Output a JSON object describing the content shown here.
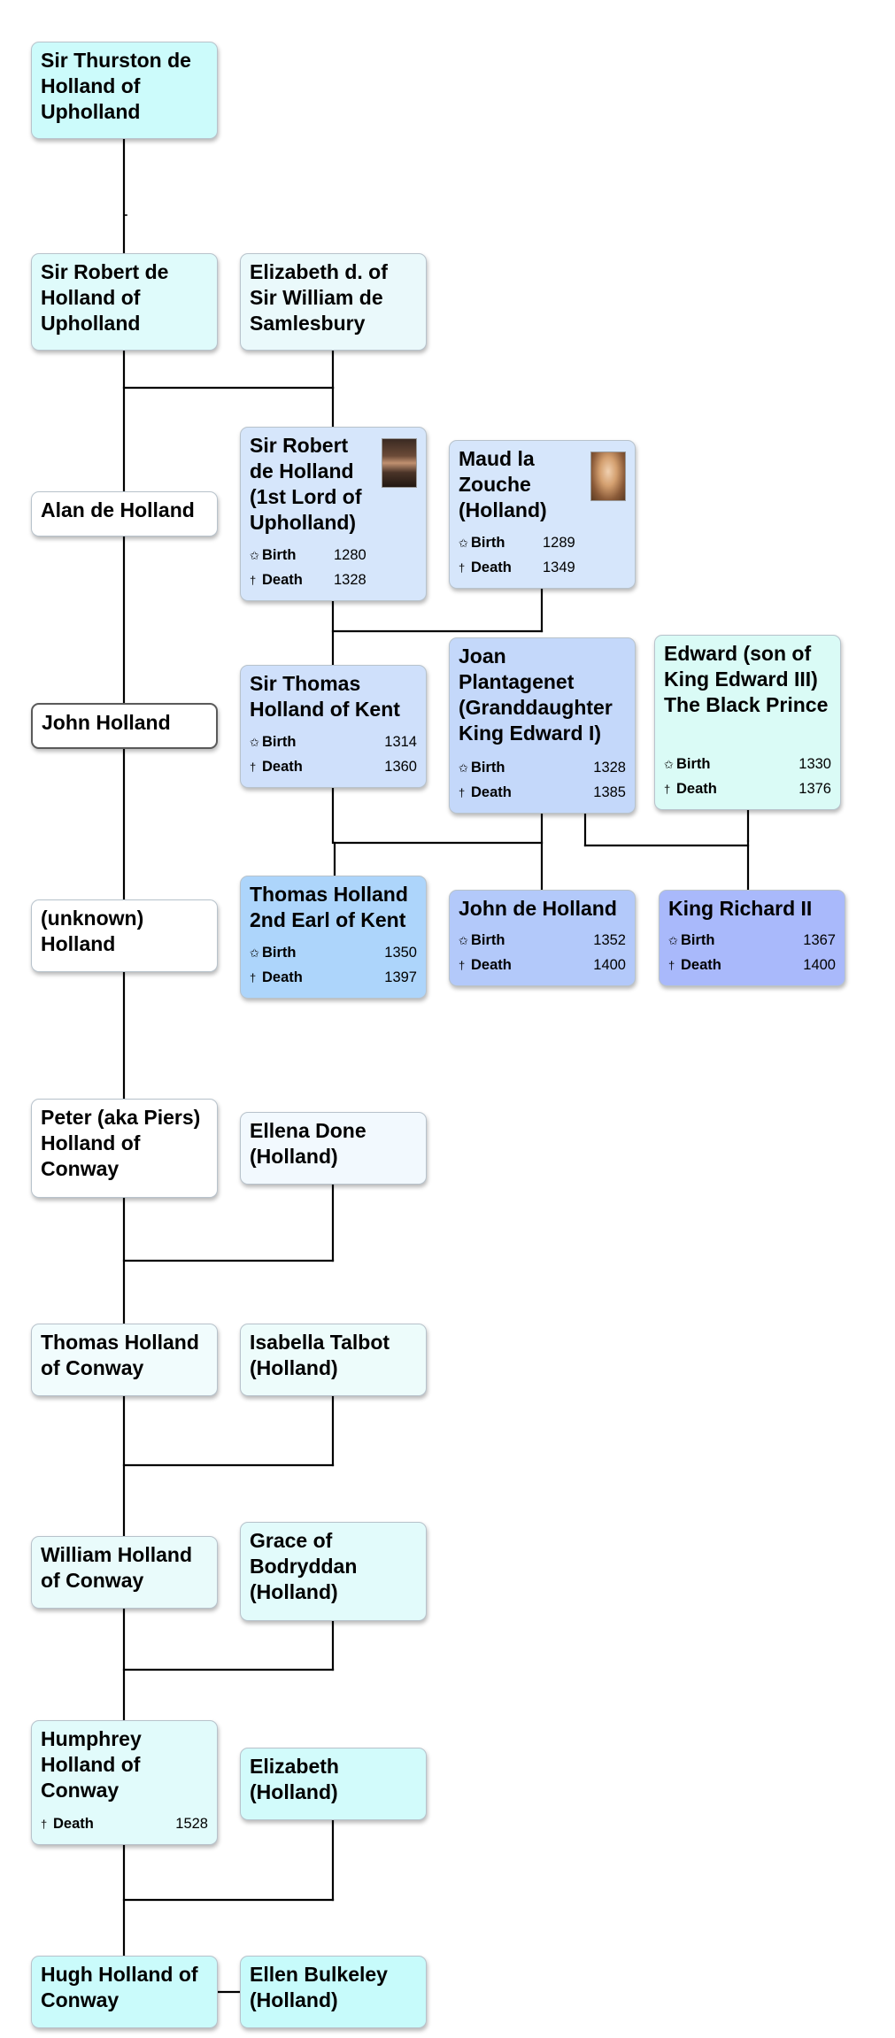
{
  "people": {
    "thurston": {
      "name": "Sir Thurston de Holland of Upholland",
      "bg": "#ccfbfb"
    },
    "robert_upholland": {
      "name": "Sir Robert de Holland of Upholland",
      "bg": "#dffbfb"
    },
    "elizabeth_samlesbury": {
      "name": "Elizabeth d. of Sir William de Samlesbury",
      "bg": "#eaf9fb"
    },
    "alan": {
      "name": "Alan de Holland",
      "bg": "#ffffff"
    },
    "robert_1st_lord": {
      "name": "Sir Robert de Holland (1st Lord of Upholland)",
      "bg": "#d6e6fb",
      "birth": "1280",
      "death": "1328",
      "portrait": "man-portrait"
    },
    "maud": {
      "name": "Maud la Zouche (Holland)",
      "bg": "#d6e6fb",
      "birth": "1289",
      "death": "1349",
      "portrait": "woman-portrait"
    },
    "john_holland": {
      "name": "John Holland",
      "bg": "#ffffff"
    },
    "thomas_kent": {
      "name": "Sir Thomas Holland of Kent",
      "bg": "#cfe0fb",
      "birth": "1314",
      "death": "1360"
    },
    "joan": {
      "name": "Joan Plantagenet (Granddaughter King Edward I)",
      "bg": "#c4d8fa",
      "birth": "1328",
      "death": "1385"
    },
    "edward_black_prince": {
      "name": "Edward (son of King Edward III) The Black Prince",
      "bg": "#dafbf6",
      "birth": "1330",
      "death": "1376"
    },
    "unknown_holland": {
      "name": "(unknown) Holland",
      "bg": "#ffffff"
    },
    "thomas_2nd_earl": {
      "name": "Thomas Holland 2nd Earl of Kent",
      "bg": "#add5fb",
      "birth": "1350",
      "death": "1397"
    },
    "john_de_holland": {
      "name": "John de Holland",
      "bg": "#b3c9fa",
      "birth": "1352",
      "death": "1400"
    },
    "richard_ii": {
      "name": "King Richard II",
      "bg": "#a9b9fb",
      "birth": "1367",
      "death": "1400"
    },
    "peter": {
      "name": "Peter (aka Piers) Holland of Conway",
      "bg": "#ffffff"
    },
    "ellena": {
      "name": "Ellena Done (Holland)",
      "bg": "#f2f9fe"
    },
    "thomas_conway": {
      "name": "Thomas Holland of Conway",
      "bg": "#f1fcfd"
    },
    "isabella": {
      "name": "Isabella Talbot (Holland)",
      "bg": "#edfcfb"
    },
    "william": {
      "name": "William Holland of Conway",
      "bg": "#e9fbfb"
    },
    "grace": {
      "name": "Grace of Bodryddan (Holland)",
      "bg": "#e2fbfb"
    },
    "humphrey": {
      "name": "Humphrey Holland of Conway",
      "bg": "#e1fbfb",
      "death": "1528"
    },
    "elizabeth_holland": {
      "name": "Elizabeth (Holland)",
      "bg": "#d2fbfb"
    },
    "hugh": {
      "name": "Hugh Holland of Conway",
      "bg": "#cafbfb"
    },
    "ellen": {
      "name": "Ellen Bulkeley (Holland)",
      "bg": "#c7fbfb"
    }
  },
  "labels": {
    "birth": "Birth",
    "death": "Death"
  },
  "icons": {
    "birth": "star-icon",
    "death": "cross-icon"
  },
  "line_color": "#000000"
}
